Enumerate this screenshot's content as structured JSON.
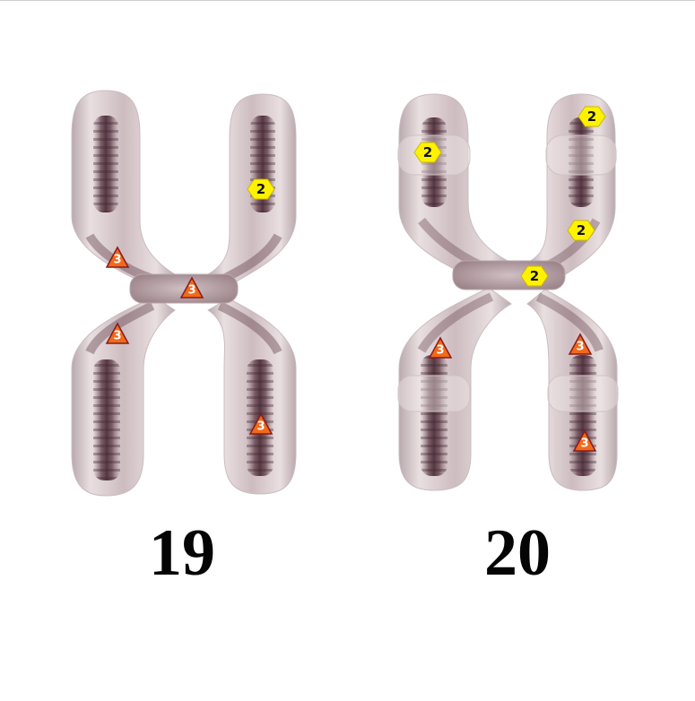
{
  "chromosomes": [
    {
      "id": "19",
      "label": "19",
      "markers": [
        {
          "shape": "hexagon",
          "text": "2"
        },
        {
          "shape": "triangle",
          "text": "3"
        },
        {
          "shape": "triangle",
          "text": "3"
        },
        {
          "shape": "triangle",
          "text": "3"
        },
        {
          "shape": "triangle",
          "text": "3"
        }
      ]
    },
    {
      "id": "20",
      "label": "20",
      "markers": [
        {
          "shape": "hexagon",
          "text": "2"
        },
        {
          "shape": "hexagon",
          "text": "2"
        },
        {
          "shape": "hexagon",
          "text": "2"
        },
        {
          "shape": "hexagon",
          "text": "2"
        },
        {
          "shape": "triangle",
          "text": "3"
        },
        {
          "shape": "triangle",
          "text": "3"
        },
        {
          "shape": "triangle",
          "text": "3"
        }
      ]
    }
  ],
  "colors": {
    "hexagon_fill": "#fff200",
    "triangle_fill": "#f06a1a",
    "triangle_stroke": "#8a1a1a",
    "chromatid_body": "#e6dcdc",
    "chromatid_band": "#5c3a44",
    "label_text": "#050505"
  }
}
